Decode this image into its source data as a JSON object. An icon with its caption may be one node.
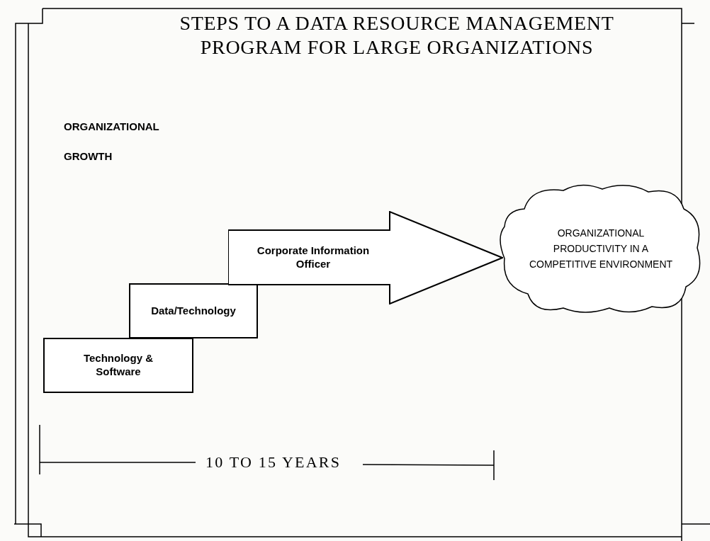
{
  "diagram": {
    "title": "STEPS TO A DATA RESOURCE MANAGEMENT PROGRAM FOR LARGE ORGANIZATIONS",
    "nodes": [
      {
        "text": [
          "Technology & Software"
        ]
      },
      {
        "text": [
          "Data/Technology"
        ]
      },
      {
        "text": [
          "Corporate Information Officer"
        ]
      },
      {
        "text": [
          "ORGANIZATIONAL PRODUCTIVITY IN A COMPETITIVE ENVIRONMENT"
        ]
      }
    ],
    "labels": [
      "ORGANIZATIONAL GROWTH",
      "10 TO 15 YEARS"
    ]
  }
}
